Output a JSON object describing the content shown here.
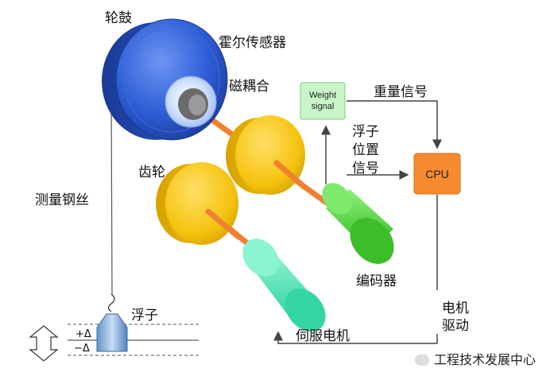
{
  "labels": {
    "drum": "轮鼓",
    "hall_sensor": "霍尔传感器",
    "magnetic_coupling": "磁耦合",
    "gear": "齿轮",
    "wire": "测量钢丝",
    "float": "浮子",
    "float_position_signal": [
      "浮子",
      "位置",
      "信号"
    ],
    "weight_box": [
      "Weight",
      "signal"
    ],
    "weight_signal": "重量信号",
    "cpu": "CPU",
    "encoder": "编码器",
    "servo_motor": "伺服电机",
    "motor_drive": [
      "电机",
      "驱动"
    ],
    "plus_delta": "+Δ",
    "minus_delta": "−Δ"
  },
  "watermark": "工程技术发展中心",
  "colors": {
    "drum": "#2f5fd6",
    "gear": "#f4c20d",
    "encoder": "#4fd330",
    "servo": "#46e8b4",
    "cpu": "#f58a2e",
    "weight_box": "#c9f5c9",
    "shaft": "#f08030"
  }
}
